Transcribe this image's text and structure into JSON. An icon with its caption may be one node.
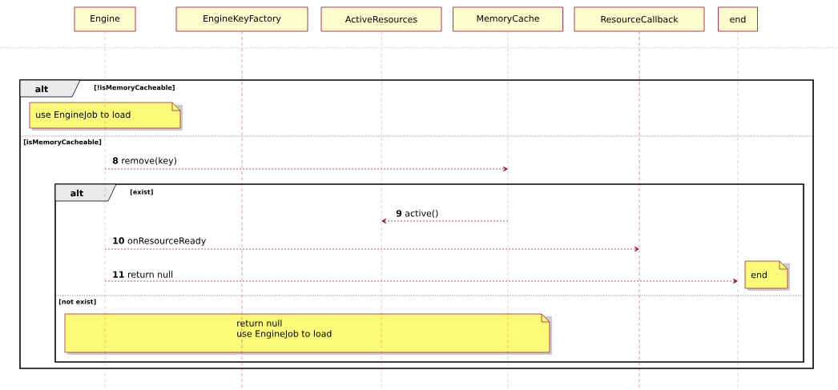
{
  "diagram": {
    "nodes": [
      {
        "text": [
          "Engine"
        ]
      },
      {
        "text": [
          "EngineKeyFactory"
        ]
      },
      {
        "text": [
          "ActiveResources"
        ]
      },
      {
        "text": [
          "MemoryCache"
        ]
      },
      {
        "text": [
          "ResourceCallback"
        ]
      },
      {
        "text": [
          "end"
        ]
      },
      {
        "text": [
          "alt",
          "[!isMemoryCacheable]",
          "[isMemoryCacheable]"
        ]
      },
      {
        "text": [
          "use EngineJob to load"
        ],
        "in": 6
      },
      {
        "text": [
          "alt",
          "[exist]",
          "[not exist]"
        ],
        "in": 6
      },
      {
        "text": [
          "end"
        ],
        "in": 8
      },
      {
        "text": [
          "return null",
          "use EngineJob to load"
        ],
        "in": 8
      },
      {
        "text": [],
        "shape": "line"
      },
      {
        "text": [],
        "shape": "line"
      },
      {
        "text": [],
        "shape": "line"
      },
      {
        "text": [],
        "shape": "line"
      },
      {
        "text": [],
        "shape": "line"
      },
      {
        "text": [],
        "shape": "line"
      }
    ],
    "edges": [
      {
        "from": 11,
        "to": 14,
        "arrow": "to",
        "label": "**8** remove(key)",
        "style": "dashed"
      },
      {
        "from": 14,
        "to": 13,
        "arrow": "to",
        "label": "**9** active()",
        "style": "dashed"
      },
      {
        "from": 11,
        "to": 15,
        "arrow": "to",
        "label": "**10** onResourceReady",
        "style": "dashed"
      },
      {
        "from": 11,
        "to": 16,
        "arrow": "to",
        "label": "**11** return null",
        "style": "dashed"
      }
    ]
  }
}
